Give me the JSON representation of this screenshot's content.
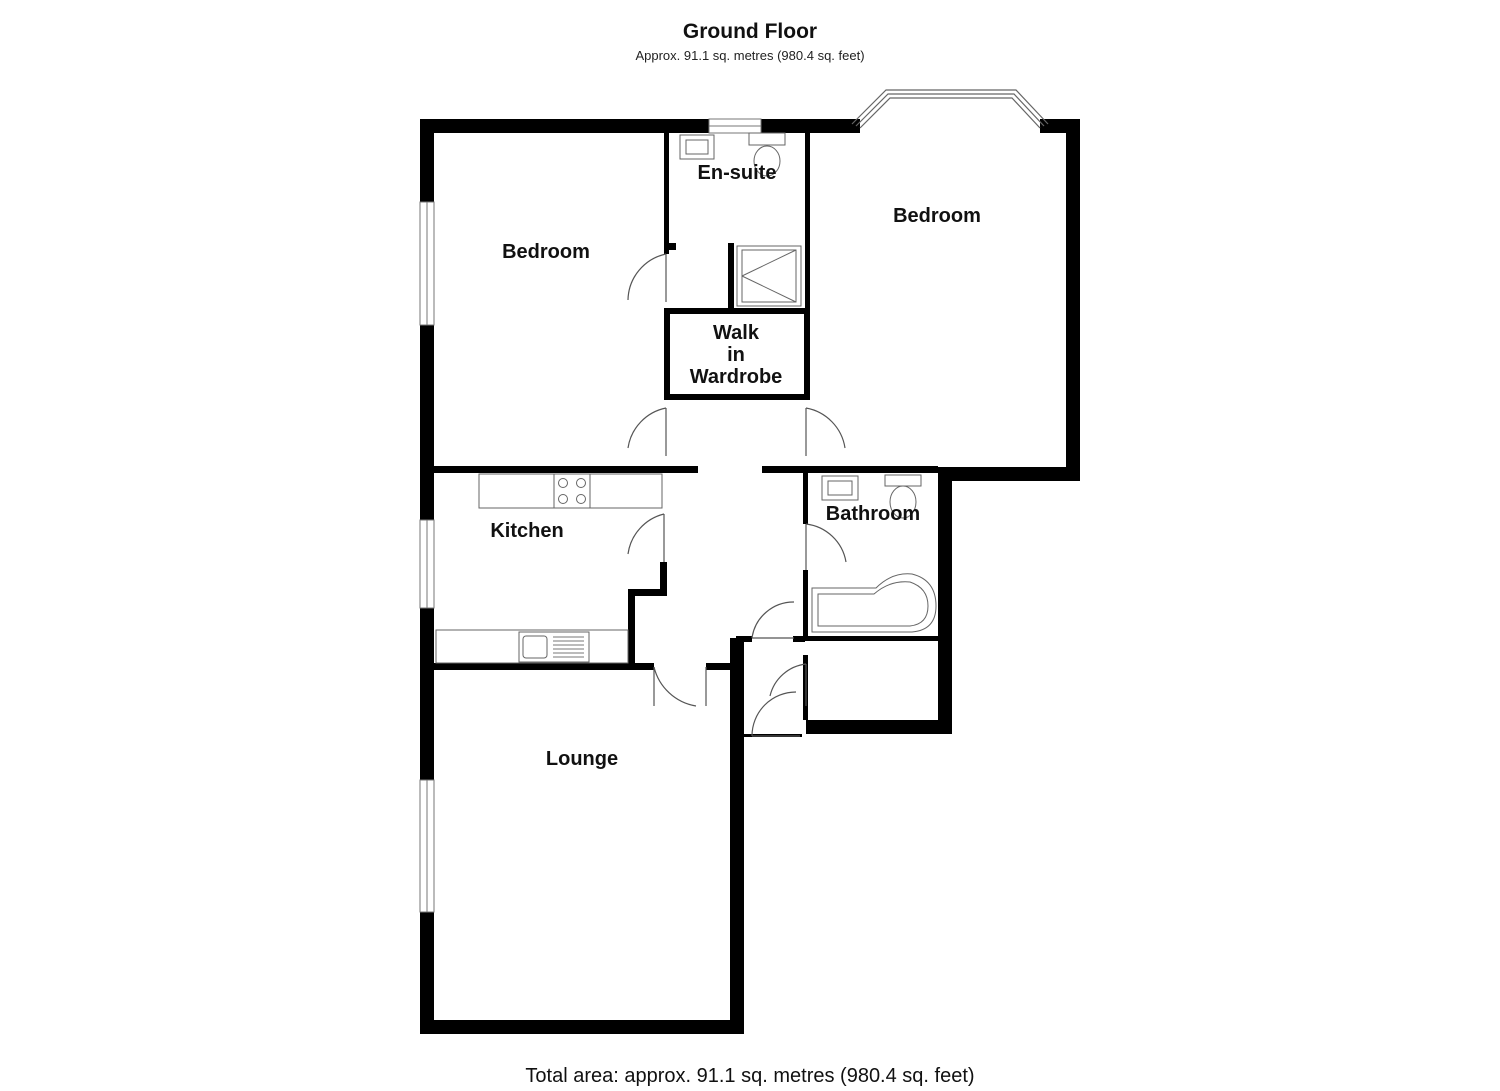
{
  "header": {
    "title": "Ground Floor",
    "subtitle": "Approx. 91.1 sq. metres (980.4 sq. feet)"
  },
  "rooms": {
    "bedroom_left": "Bedroom",
    "ensuite": "En-suite",
    "bedroom_right": "Bedroom",
    "wardrobe_line1": "Walk",
    "wardrobe_line2": "in",
    "wardrobe_line3": "Wardrobe",
    "kitchen": "Kitchen",
    "bathroom": "Bathroom",
    "lounge": "Lounge"
  },
  "footer": {
    "total_area": "Total area: approx. 91.1 sq. metres (980.4 sq. feet)"
  },
  "colors": {
    "wall": "#000000",
    "fixture": "#666666"
  }
}
